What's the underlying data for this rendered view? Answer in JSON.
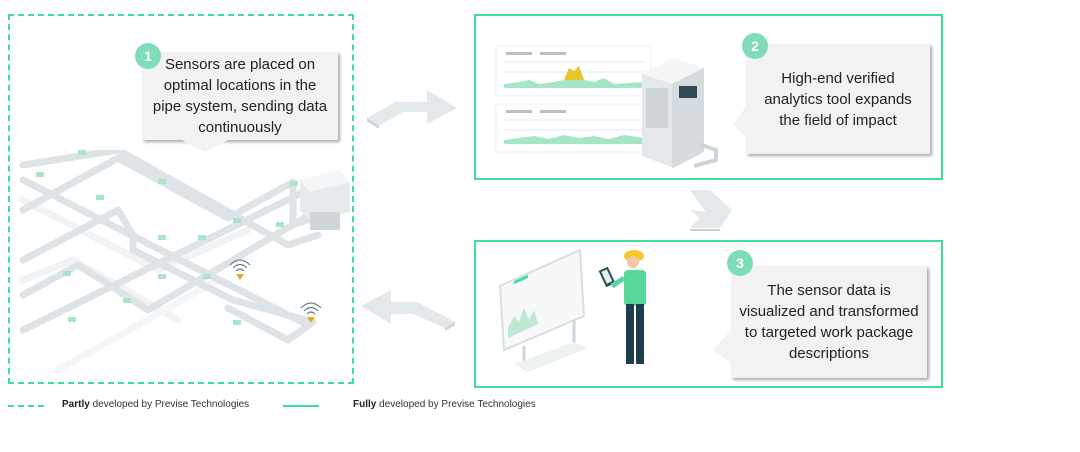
{
  "steps": [
    {
      "number": "1",
      "text": "Sensors are placed on optimal locations in the pipe system, sending data continuously",
      "development": "partly"
    },
    {
      "number": "2",
      "text": "High-end verified analytics tool expands the field of impact",
      "development": "fully"
    },
    {
      "number": "3",
      "text": "The sensor data is visualized and transformed to targeted work package descriptions",
      "development": "fully"
    }
  ],
  "legend": {
    "partly_bold": "Partly",
    "partly_rest": " developed by Previse Technologies",
    "fully_bold": "Fully",
    "fully_rest": " developed by Previse Technologies"
  },
  "colors": {
    "accent": "#3ddc97",
    "badge": "#7fdcb8",
    "callout": "#f2f2f2",
    "pipe": "#dde3e6",
    "arrow": "#e3e8ea"
  },
  "icons": {
    "pipes": "pipe-network-illustration",
    "server": "server-rack-icon",
    "worker": "worker-with-tablet-icon",
    "arrows": [
      "arrow-right-icon",
      "arrow-down-icon",
      "arrow-left-icon"
    ]
  }
}
